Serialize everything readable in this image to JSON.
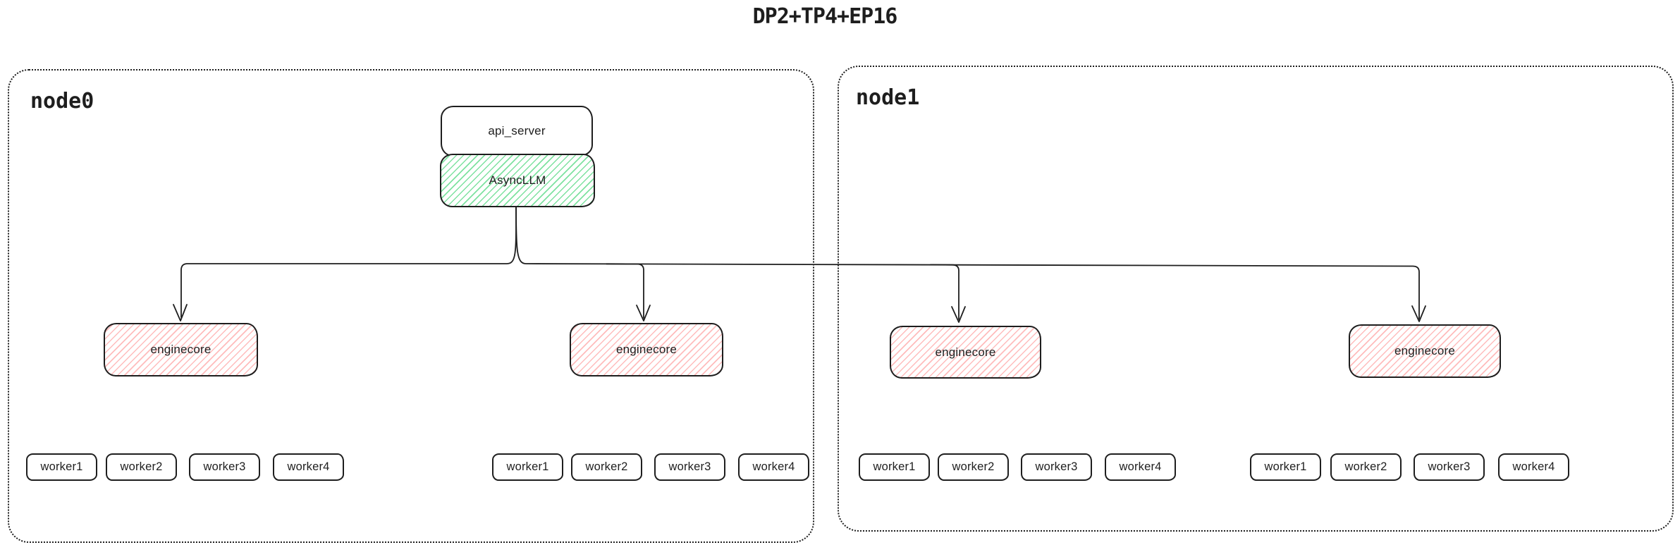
{
  "title": "DP2+TP4+EP16",
  "colors": {
    "stroke": "#1e1e1e",
    "asyncllm_hatch": "#7ee2a0",
    "enginecore_hatch": "#ffbcbc",
    "background": "#ffffff"
  },
  "node0": {
    "label": "node0"
  },
  "node1": {
    "label": "node1"
  },
  "api_server": {
    "label": "api_server"
  },
  "async_llm": {
    "label": "AsyncLLM"
  },
  "groups": [
    {
      "enginecore": "enginecore",
      "workers": [
        "worker1",
        "worker2",
        "worker3",
        "worker4"
      ]
    },
    {
      "enginecore": "enginecore",
      "workers": [
        "worker1",
        "worker2",
        "worker3",
        "worker4"
      ]
    },
    {
      "enginecore": "enginecore",
      "workers": [
        "worker1",
        "worker2",
        "worker3",
        "worker4"
      ]
    },
    {
      "enginecore": "enginecore",
      "workers": [
        "worker1",
        "worker2",
        "worker3",
        "worker4"
      ]
    }
  ]
}
